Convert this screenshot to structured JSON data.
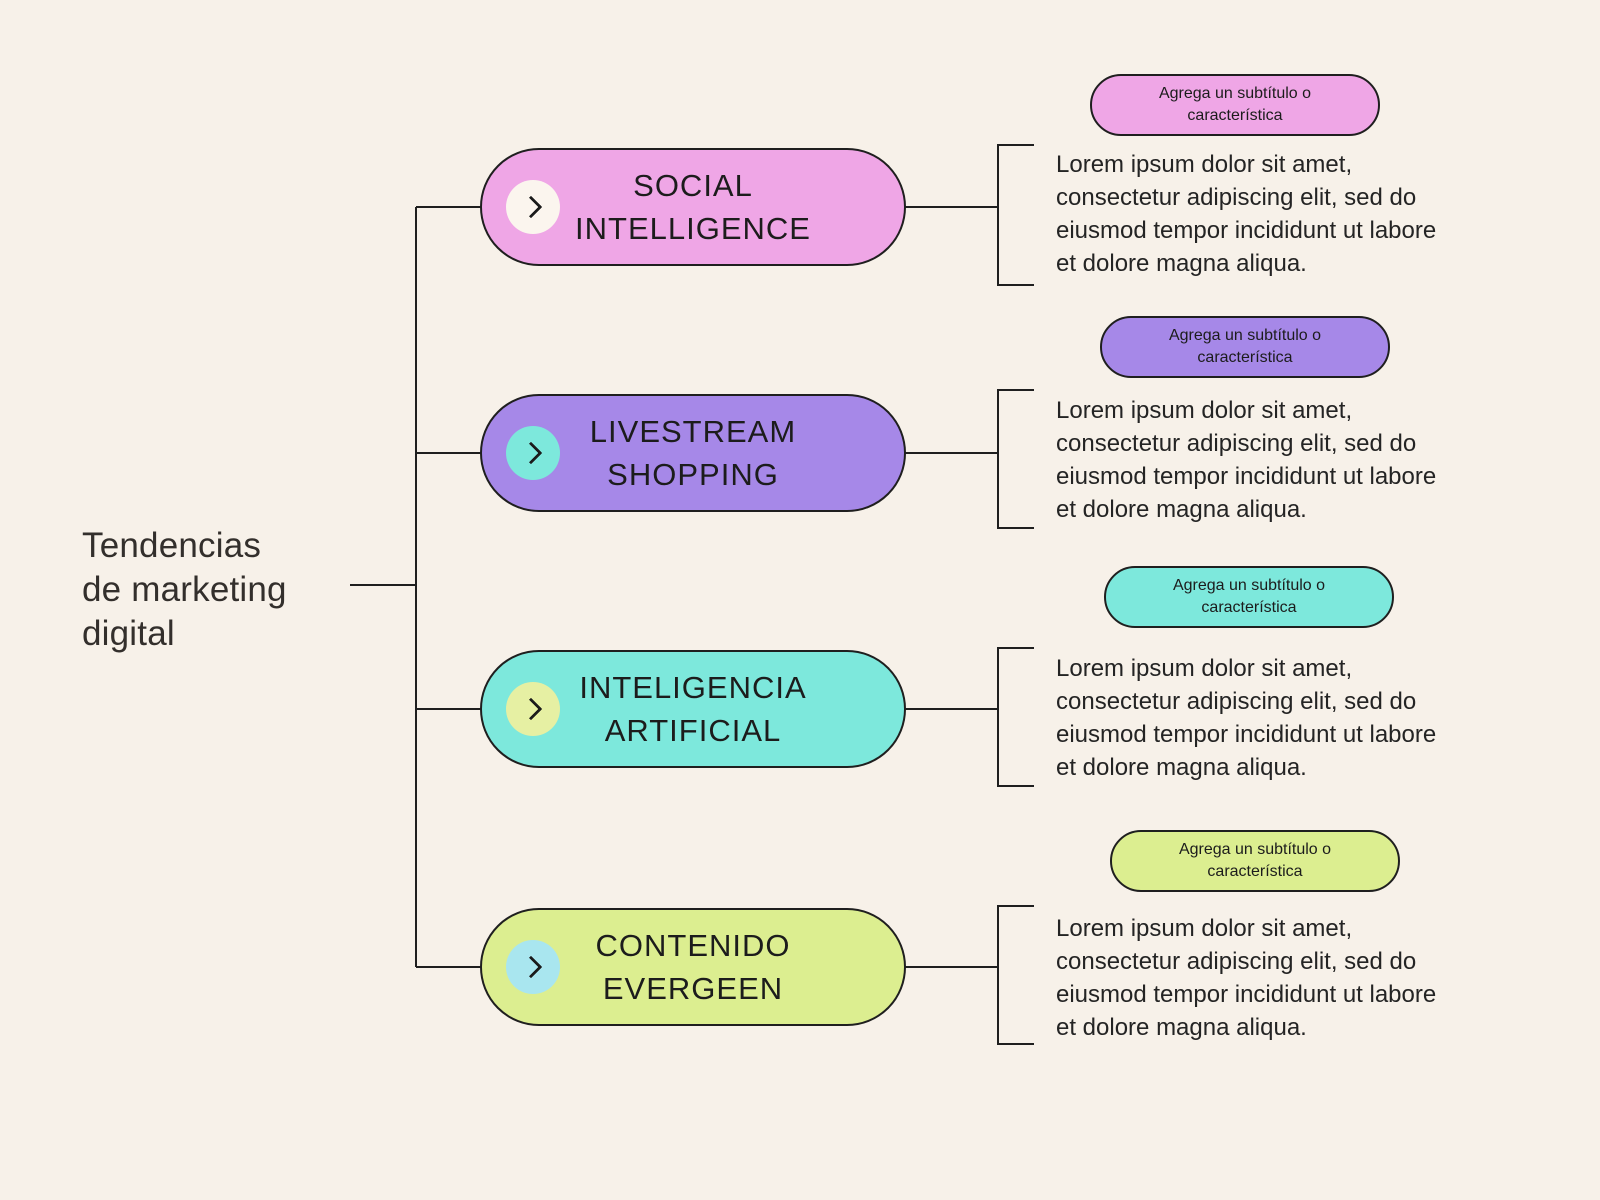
{
  "title": "Tendencias de marketing digital",
  "colors": {
    "background": "#f7f1e9",
    "line": "#1f1f1f",
    "text": "#1f1f1f"
  },
  "branches": [
    {
      "label": "SOCIAL INTELLIGENCE",
      "color": "#efa6e6",
      "icon": "chevron-right",
      "icon_bg": "#fbf5ee",
      "subtitle": "Agrega un subtítulo o característica",
      "body": "Lorem ipsum dolor sit amet, consectetur adipiscing elit, sed do eiusmod tempor incididunt ut labore et dolore magna aliqua."
    },
    {
      "label": "LIVESTREAM SHOPPING",
      "color": "#a688e8",
      "icon": "chevron-right",
      "icon_bg": "#7de8dc",
      "subtitle": "Agrega un subtítulo o característica",
      "body": "Lorem ipsum dolor sit amet, consectetur adipiscing elit, sed do eiusmod tempor incididunt ut labore et dolore magna aliqua."
    },
    {
      "label": "INTELIGENCIA ARTIFICIAL",
      "color": "#7de8dc",
      "icon": "chevron-right",
      "icon_bg": "#e6f0a3",
      "subtitle": "Agrega un subtítulo o característica",
      "body": "Lorem ipsum dolor sit amet, consectetur adipiscing elit, sed do eiusmod tempor incididunt ut labore et dolore magna aliqua."
    },
    {
      "label": "CONTENIDO EVERGEEN",
      "color": "#dcee90",
      "icon": "chevron-right",
      "icon_bg": "#a9e6ef",
      "subtitle": "Agrega un subtítulo o característica",
      "body": "Lorem ipsum dolor sit amet, consectetur adipiscing elit, sed do eiusmod tempor incididunt ut labore et dolore magna aliqua."
    }
  ]
}
